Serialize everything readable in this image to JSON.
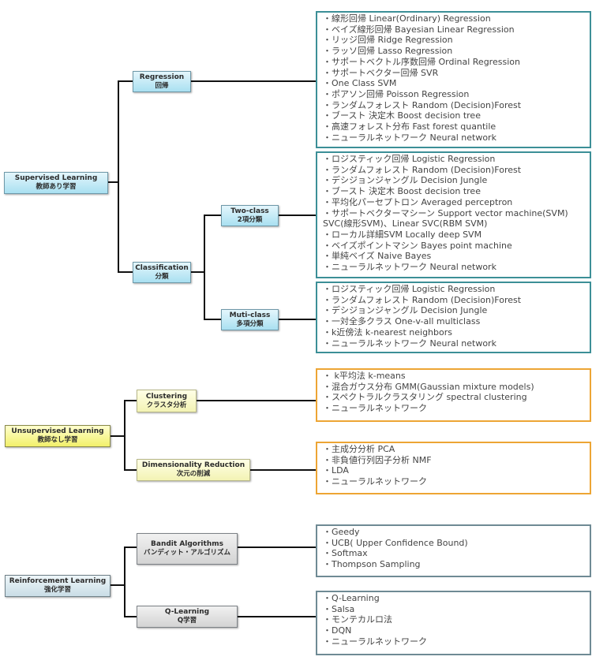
{
  "supervised": {
    "root": {
      "title": "Supervised Learning",
      "subtitle": "教師あり学習"
    },
    "regression": {
      "title": "Regression",
      "subtitle": "回帰",
      "items": [
        "・線形回帰 Linear(Ordinary) Regression",
        "・ベイズ線形回帰 Bayesian Linear  Regression",
        "・リッジ回帰 Ridge Regression",
        "・ラッソ回帰 Lasso Regression",
        "・サポートベクトル序数回帰 Ordinal Regression",
        "・サポートベクター回帰 SVR",
        "・One Class SVM",
        "・ポアソン回帰 Poisson Regression",
        "・ランダムフォレスト Random (Decision)Forest",
        "・ブースト 決定木 Boost decision tree",
        "・高速フォレスト分布 Fast forest quantile",
        "・ニューラルネットワーク Neural network"
      ]
    },
    "classification": {
      "title": "Classification",
      "subtitle": "分類",
      "two_class": {
        "title": "Two-class",
        "subtitle": "2項分類",
        "items": [
          "・ロジスティック回帰 Logistic Regression",
          "・ランダムフォレスト Random (Decision)Forest",
          "・デシジョンジャングル Decision Jungle",
          "・ブースト 決定木 Boost decision tree",
          "・平均化パーセプトロン Averaged perceptron",
          "・サポートベクターマシーン Support vector machine(SVM)",
          "  SVC(線形SVM)、Linear SVC(RBM  SVM)",
          "・ローカル詳細SVM Locally deep SVM",
          "・ベイズポイントマシン Bayes point machine",
          "・単純ベイズ Naive Bayes",
          "・ニューラルネットワーク Neural network"
        ]
      },
      "multi_class": {
        "title": "Muti-class",
        "subtitle": "多項分類",
        "items": [
          "・ロジスティック回帰 Logistic Regression",
          "・ランダムフォレスト Random (Decision)Forest",
          "・デシジョンジャングル Decision Jungle",
          "・一対全多クラス One-v-all multiclass",
          "・k近傍法  k-nearest neighbors",
          "・ニューラルネットワーク Neural network"
        ]
      }
    }
  },
  "unsupervised": {
    "root": {
      "title": "Unsupervised Learning",
      "subtitle": "教師なし学習"
    },
    "clustering": {
      "title": "Clustering",
      "subtitle": "クラスタ分析",
      "items": [
        "・ k平均法   k-means",
        "・混合ガウス分布 GMM(Gaussian mixture models)",
        "・スペクトラルクラスタリング spectral clustering",
        "・ニューラルネットワーク"
      ]
    },
    "dimensionality": {
      "title": "Dimensionality Reduction",
      "subtitle": "次元の削減",
      "items": [
        "・主成分分析 PCA",
        "・非負値行列因子分析 NMF",
        "・LDA",
        "・ニューラルネットワーク"
      ]
    }
  },
  "reinforcement": {
    "root": {
      "title": "Reinforcement Learning",
      "subtitle": "強化学習"
    },
    "bandit": {
      "title": "Bandit Algorithms",
      "subtitle": "バンディット・アルゴリズム",
      "items": [
        "・Geedy",
        "・UCB( Upper Confidence Bound)",
        "・Softmax",
        "・Thompson Sampling"
      ]
    },
    "qlearning": {
      "title": "Q-Learning",
      "subtitle": "Q学習",
      "items": [
        "・Q-Learning",
        "・Salsa",
        "・モンテカルロ法",
        "・DQN",
        "・ニューラルネットワーク"
      ]
    }
  }
}
